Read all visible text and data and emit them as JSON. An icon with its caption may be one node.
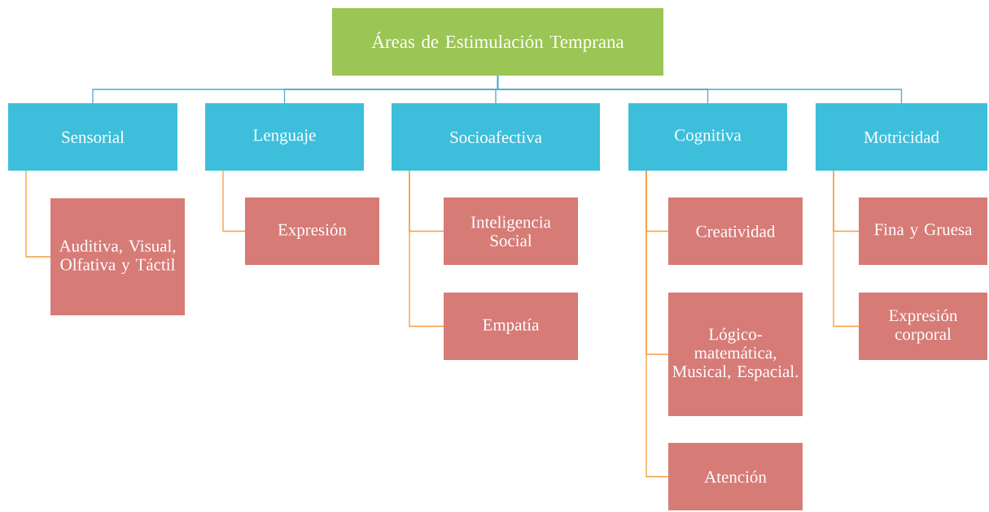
{
  "diagram": {
    "nodes": [
      {
        "text": [
          "Áreas de Estimulación Temprana"
        ]
      },
      {
        "text": [
          "Sensorial"
        ]
      },
      {
        "text": [
          "Lenguaje"
        ]
      },
      {
        "text": [
          "Socioafectiva"
        ]
      },
      {
        "text": [
          "Cognitiva"
        ]
      },
      {
        "text": [
          "Motricidad"
        ]
      },
      {
        "text": [
          "Auditiva, Visual, Olfativa y Táctil"
        ]
      },
      {
        "text": [
          "Expresión"
        ]
      },
      {
        "text": [
          "Inteligencia Social"
        ]
      },
      {
        "text": [
          "Empatía"
        ]
      },
      {
        "text": [
          "Creatividad"
        ]
      },
      {
        "text": [
          "Lógico-matemática, Musical, Espacial."
        ]
      },
      {
        "text": [
          "Atención"
        ]
      },
      {
        "text": [
          "Fina y Gruesa"
        ]
      },
      {
        "text": [
          "Expresión corporal"
        ]
      }
    ],
    "edges": [
      {
        "from": 0,
        "to": 1,
        "arrow": "none",
        "color": "#4bacc6"
      },
      {
        "from": 0,
        "to": 2,
        "arrow": "none",
        "color": "#4bacc6"
      },
      {
        "from": 0,
        "to": 3,
        "arrow": "none",
        "color": "#4bacc6"
      },
      {
        "from": 0,
        "to": 4,
        "arrow": "none",
        "color": "#4bacc6"
      },
      {
        "from": 0,
        "to": 5,
        "arrow": "none",
        "color": "#4bacc6"
      },
      {
        "from": 1,
        "to": 6,
        "arrow": "none"
      },
      {
        "from": 2,
        "to": 7,
        "arrow": "none"
      },
      {
        "from": 3,
        "to": 8,
        "arrow": "none"
      },
      {
        "from": 3,
        "to": 9,
        "arrow": "none"
      },
      {
        "from": 4,
        "to": 10,
        "arrow": "none"
      },
      {
        "from": 4,
        "to": 11,
        "arrow": "none"
      },
      {
        "from": 4,
        "to": 12,
        "arrow": "none"
      },
      {
        "from": 5,
        "to": 13,
        "arrow": "none"
      },
      {
        "from": 5,
        "to": 14,
        "arrow": "none"
      }
    ]
  }
}
